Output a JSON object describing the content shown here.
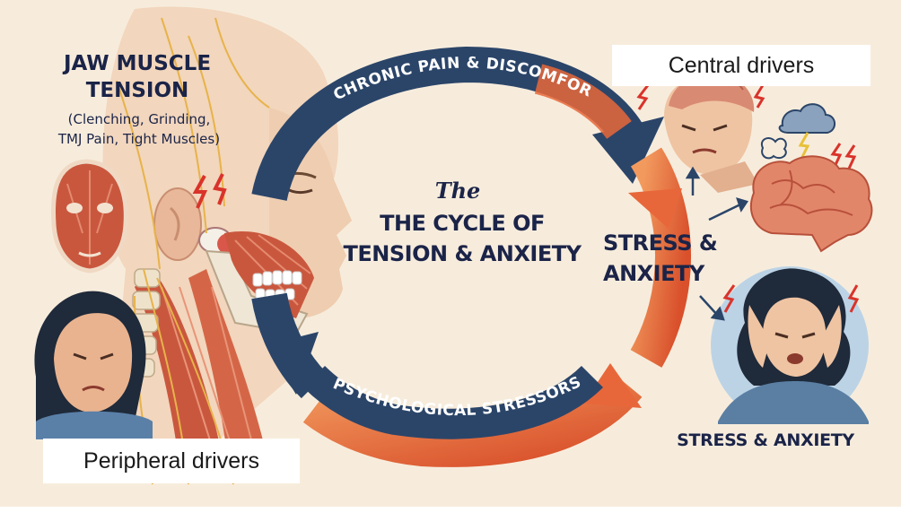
{
  "jaw": {
    "title_line1": "JAW MUSCLE",
    "title_line2": "TENSION",
    "subtitle_line1": "(Clenching, Grinding,",
    "subtitle_line2": "TMJ Pain, Tight Muscles)"
  },
  "labels": {
    "central": "Central drivers",
    "peripheral": "Peripheral drivers"
  },
  "center": {
    "the": "The",
    "line1": "THE CYCLE OF",
    "line2": "TENSION & ANXIETY"
  },
  "arcs": {
    "top": "CHRONIC PAIN & DISCOMFORT",
    "bottom": "PSYCHOLOGICAL STRESSORS"
  },
  "stress": {
    "mid_line1": "STRESS &",
    "mid_line2": "ANXIETY",
    "bottom": "STRESS & ANXIETY"
  },
  "colors": {
    "background": "#f7ecdc",
    "navy": "#2b4569",
    "orange": "#e8673a",
    "muscle": "#c9573e",
    "nerve": "#e7b34a",
    "text": "#1b2448"
  }
}
